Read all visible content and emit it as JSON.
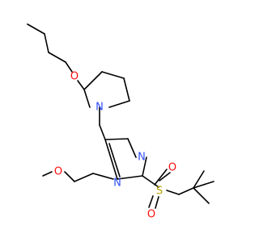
{
  "colors": {
    "background": "#ffffff",
    "bond": "#000000",
    "oxygen": "#ff0d0d",
    "nitrogen": "#3050f8",
    "sulfur": "#b8a000"
  },
  "atoms": {
    "o_propoxy": "O",
    "n_piperidine": "N",
    "n_imidazole_ring": "N",
    "n_imidazole_sub": "N",
    "o_methoxy": "O",
    "s_sulfonyl": "S",
    "o_sulfonyl_top": "O",
    "o_sulfonyl_bottom": "O"
  }
}
